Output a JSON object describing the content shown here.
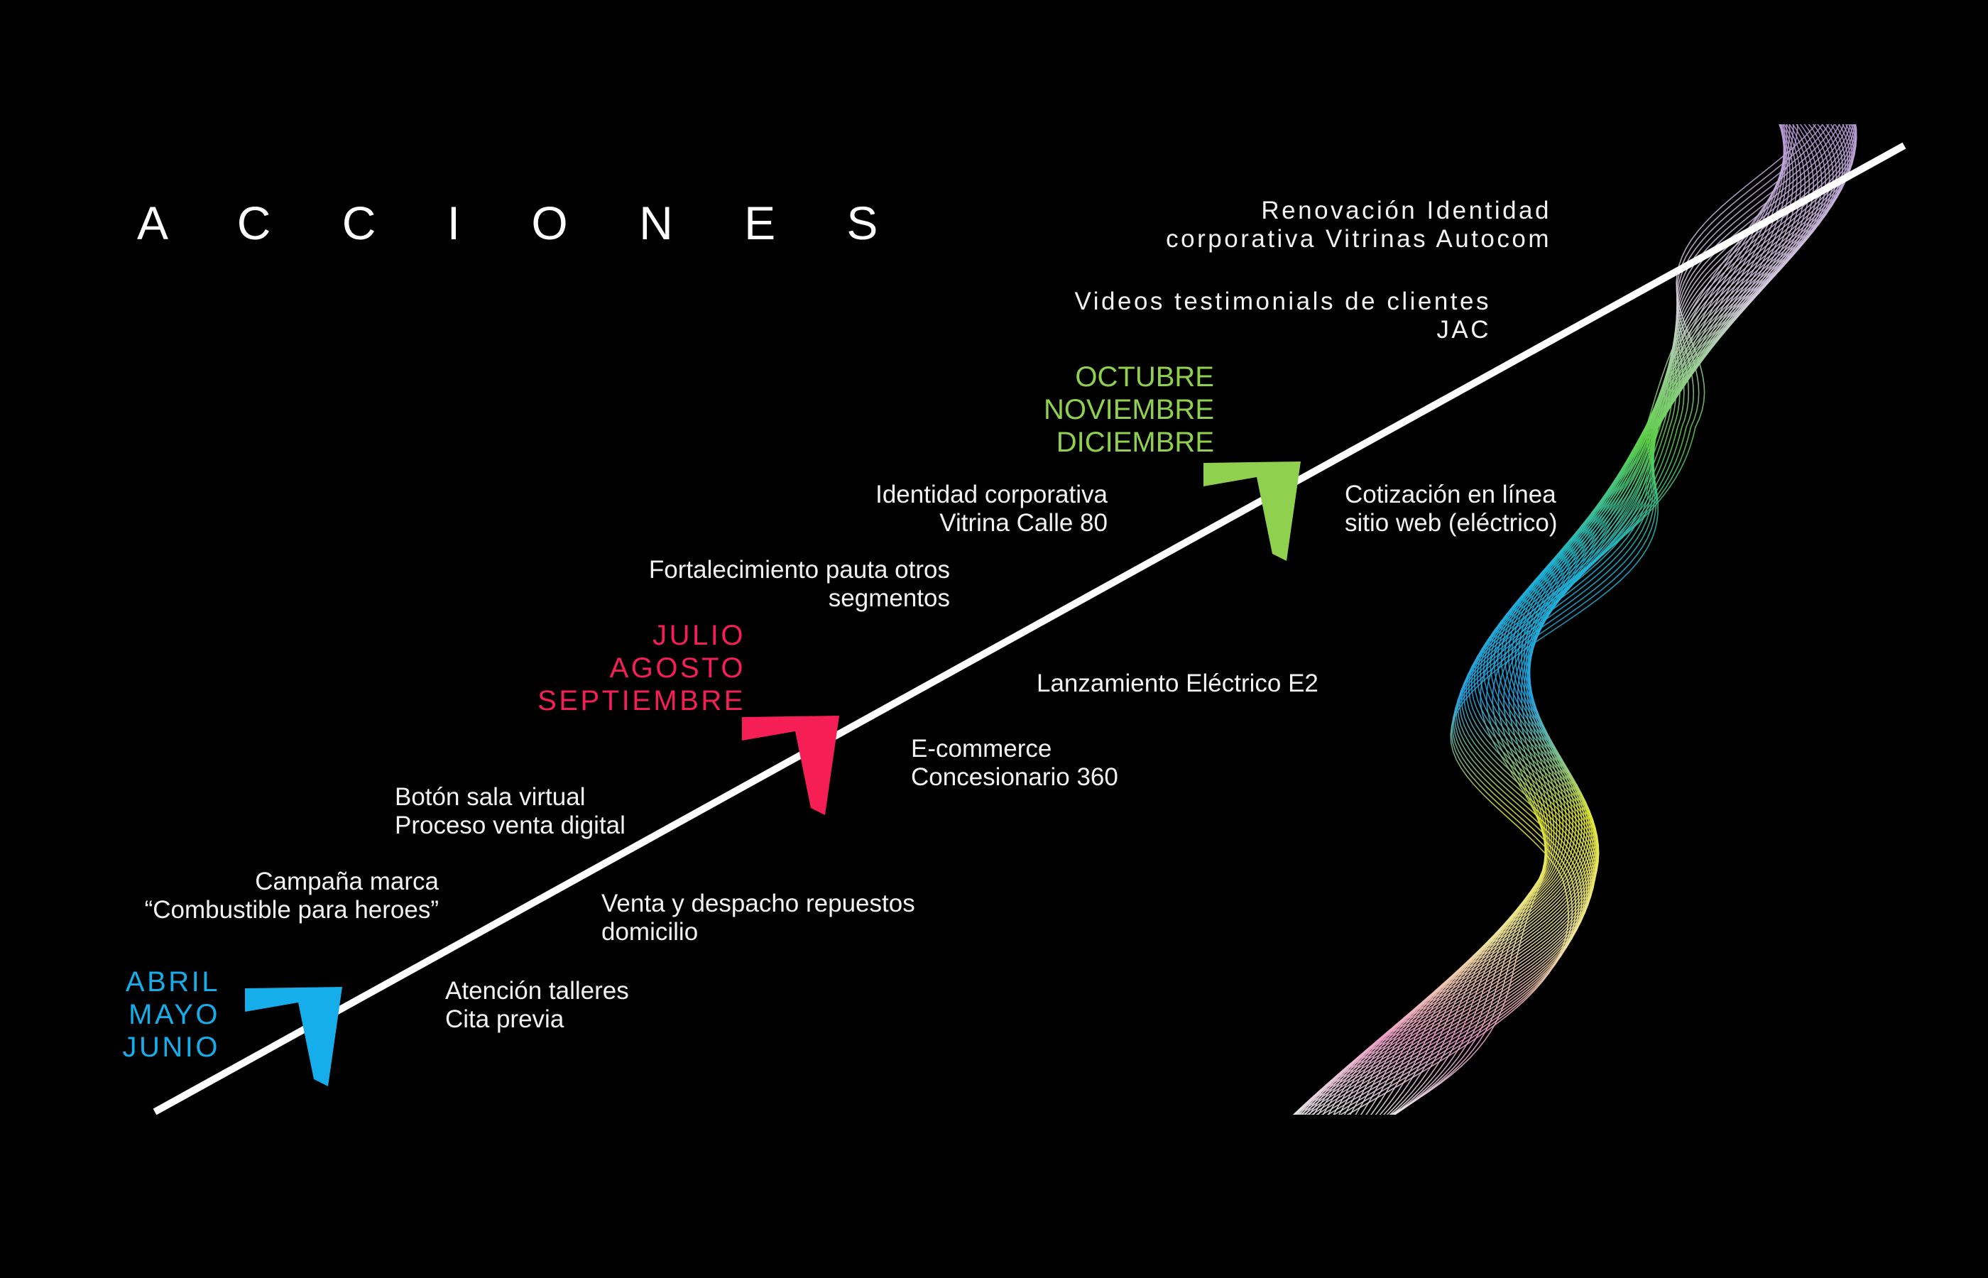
{
  "title": "A C C I O N E S",
  "colors": {
    "background": "#000000",
    "text": "#f2f2f2",
    "line": "#ffffff",
    "q2": "#16aeea",
    "q3": "#f51f56",
    "q4": "#8fd14f"
  },
  "periods": [
    {
      "id": "q2",
      "color": "#16aeea",
      "months": [
        "ABRIL",
        "MAYO",
        "JUNIO"
      ]
    },
    {
      "id": "q3",
      "color": "#f51f56",
      "months": [
        "JULIO",
        "AGOSTO",
        "SEPTIEMBRE"
      ]
    },
    {
      "id": "q4",
      "color": "#8fd14f",
      "months": [
        "OCTUBRE",
        "NOVIEMBRE",
        "DICIEMBRE"
      ]
    }
  ],
  "actions": [
    {
      "lines": [
        "Campaña marca",
        "“Combustible para heroes”"
      ]
    },
    {
      "lines": [
        "Atención talleres",
        "Cita previa"
      ]
    },
    {
      "lines": [
        "Botón sala virtual",
        "Proceso venta digital"
      ]
    },
    {
      "lines": [
        "Venta y despacho repuestos",
        "domicilio"
      ]
    },
    {
      "lines": [
        "E-commerce",
        "Concesionario 360"
      ]
    },
    {
      "lines": [
        "Fortalecimiento pauta otros",
        "segmentos"
      ]
    },
    {
      "lines": [
        "Lanzamiento Eléctrico E2"
      ]
    },
    {
      "lines": [
        "Identidad corporativa",
        "Vitrina Calle 80"
      ]
    },
    {
      "lines": [
        "Cotización en línea",
        "sitio web (eléctrico)"
      ]
    },
    {
      "lines": [
        "Videos testimonials de clientes",
        "JAC"
      ]
    },
    {
      "lines": [
        "Renovación Identidad",
        "corporativa Vitrinas Autocom"
      ]
    }
  ],
  "decoration": "rainbow-wave-ribbon"
}
